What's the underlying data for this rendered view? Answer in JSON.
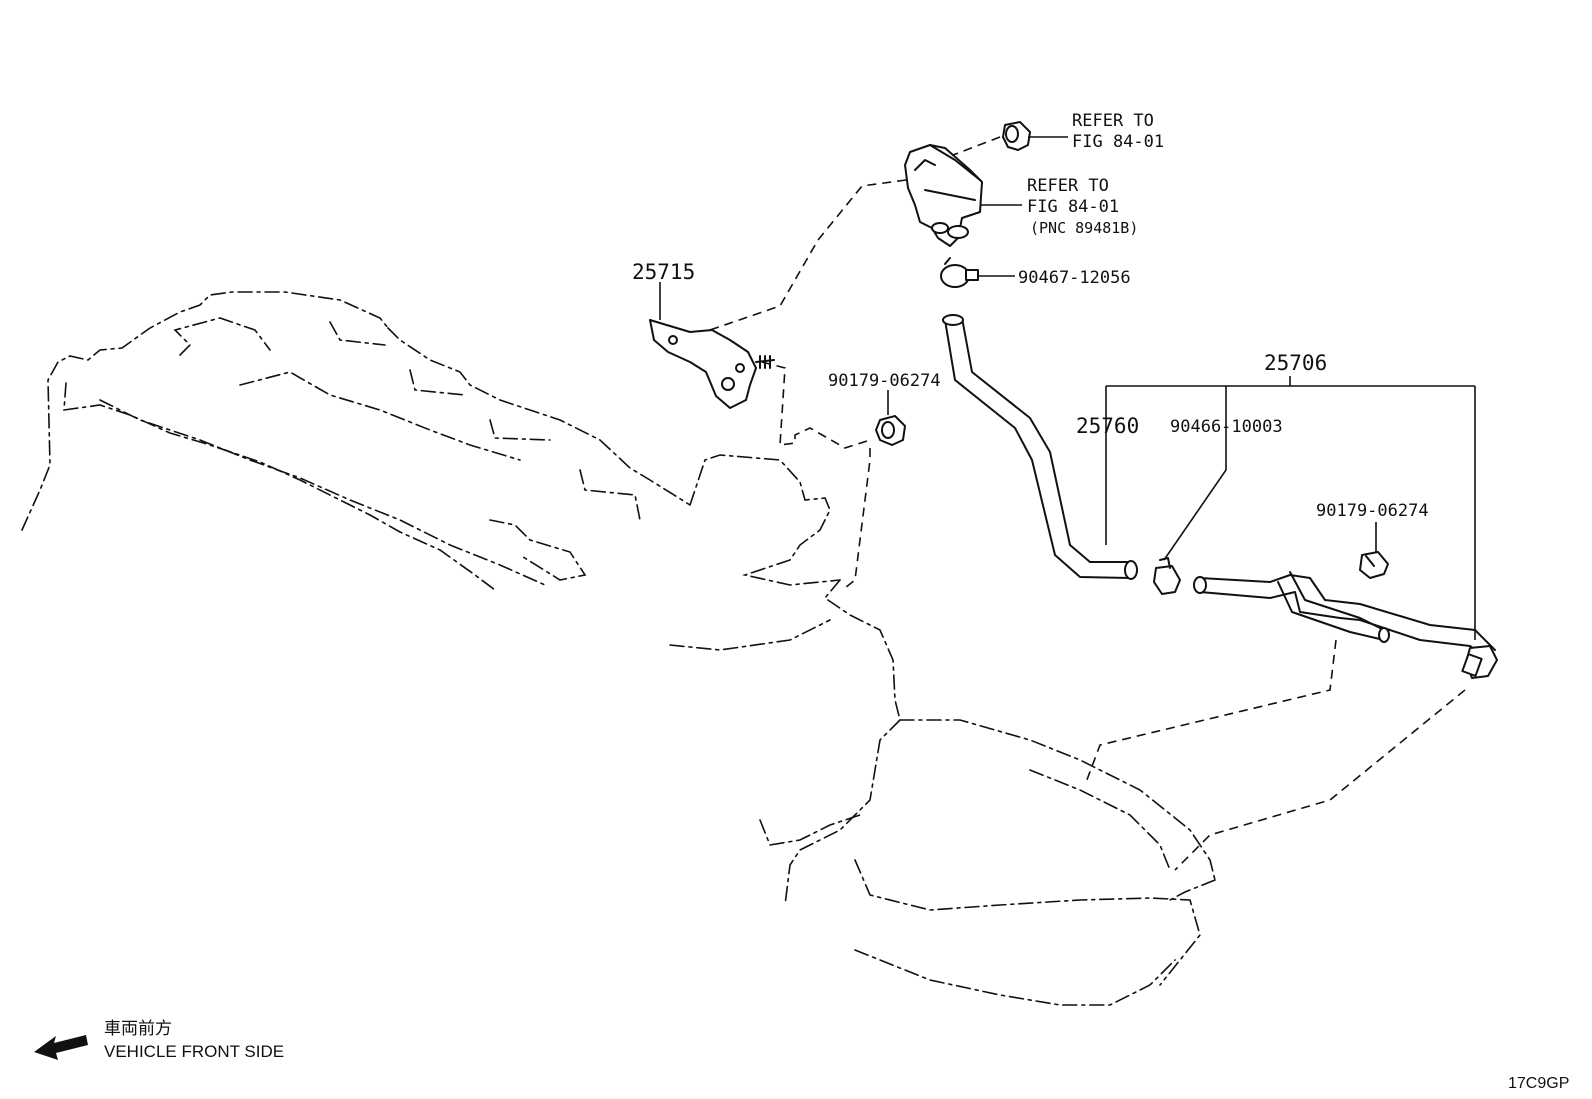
{
  "callouts": {
    "refer1_line1": "REFER TO",
    "refer1_line2": "FIG 84-01",
    "refer2_line1": "REFER TO",
    "refer2_line2": "FIG 84-01",
    "refer2_pnc": "(PNC 89481B)",
    "part_90467": "90467-12056",
    "part_25715": "25715",
    "part_90179_a": "90179-06274",
    "part_25706": "25706",
    "part_25760": "25760",
    "part_90466": "90466-10003",
    "part_90179_b": "90179-06274"
  },
  "legend": {
    "jp_label": "車両前方",
    "en_label": "VEHICLE FRONT SIDE"
  },
  "figure_code": "17C9GP",
  "icons": {
    "front_arrow": "arrow-left-icon"
  }
}
